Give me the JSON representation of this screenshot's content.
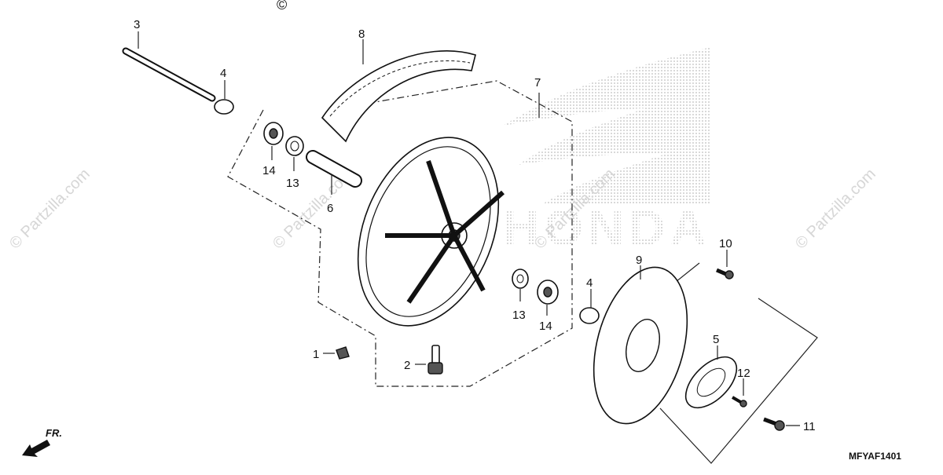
{
  "diagram": {
    "reference_code": "MFYAF1401",
    "copyright_symbol": "©",
    "brand_watermark": "HONDA",
    "watermark_text": "© Partzilla.com",
    "front_indicator": "FR.",
    "callouts": {
      "c1": "1",
      "c2": "2",
      "c3": "3",
      "c4a": "4",
      "c4b": "4",
      "c5": "5",
      "c6": "6",
      "c7": "7",
      "c8": "8",
      "c9": "9",
      "c10": "10",
      "c11": "11",
      "c12": "12",
      "c13a": "13",
      "c13b": "13",
      "c14a": "14",
      "c14b": "14"
    }
  }
}
